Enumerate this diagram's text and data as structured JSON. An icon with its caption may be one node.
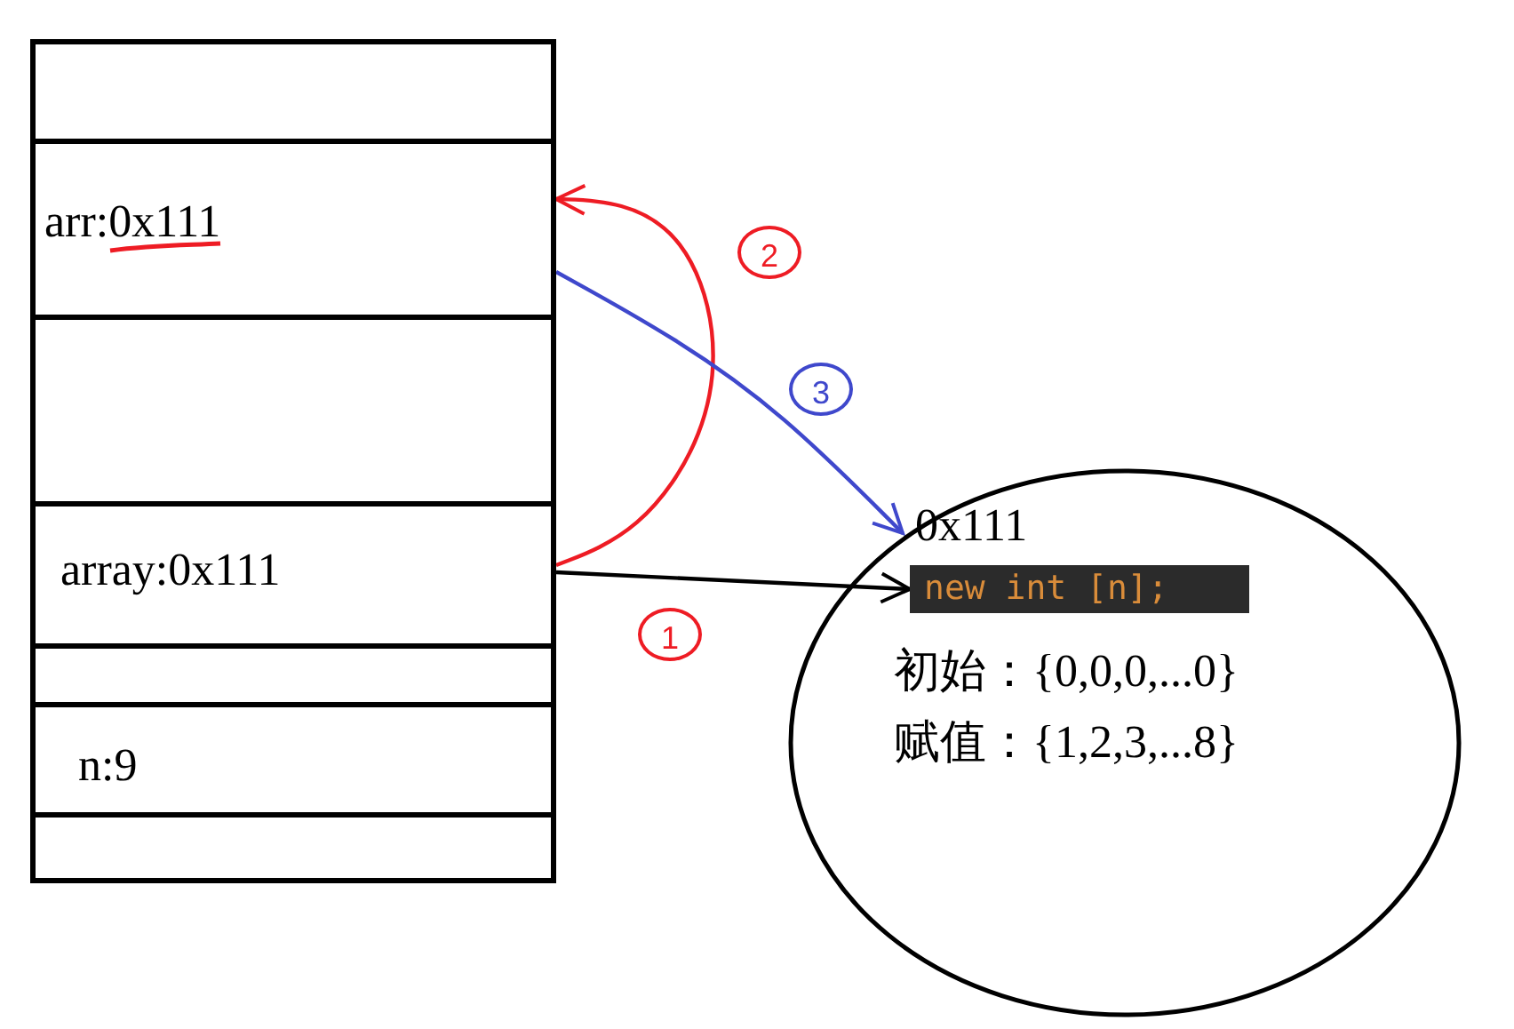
{
  "diagram": {
    "nodes": [
      {
        "text": [],
        "shape": "box"
      },
      {
        "text": [
          "arr:0x111"
        ]
      },
      {
        "text": [],
        "shape": "box"
      },
      {
        "text": [
          "array:0x111"
        ]
      },
      {
        "text": [],
        "shape": "box"
      },
      {
        "text": [
          "n:9"
        ]
      },
      {
        "text": [],
        "shape": "box"
      },
      {
        "text": [
          "0x111",
          "初始：{0,0,0,...0}",
          "赋值：{1,2,3,...8}"
        ]
      },
      {
        "text": [
          "new int [n];"
        ],
        "in": 7
      }
    ],
    "edges": [
      {
        "from": 3,
        "to": 8,
        "arrow": "to",
        "label": "1"
      },
      {
        "from": 3,
        "to": 1,
        "arrow": "to",
        "label": "2",
        "color": "#ee1c24"
      },
      {
        "from": 1,
        "to": 7,
        "arrow": "to",
        "label": "3",
        "color": "#3f48cc"
      }
    ]
  }
}
